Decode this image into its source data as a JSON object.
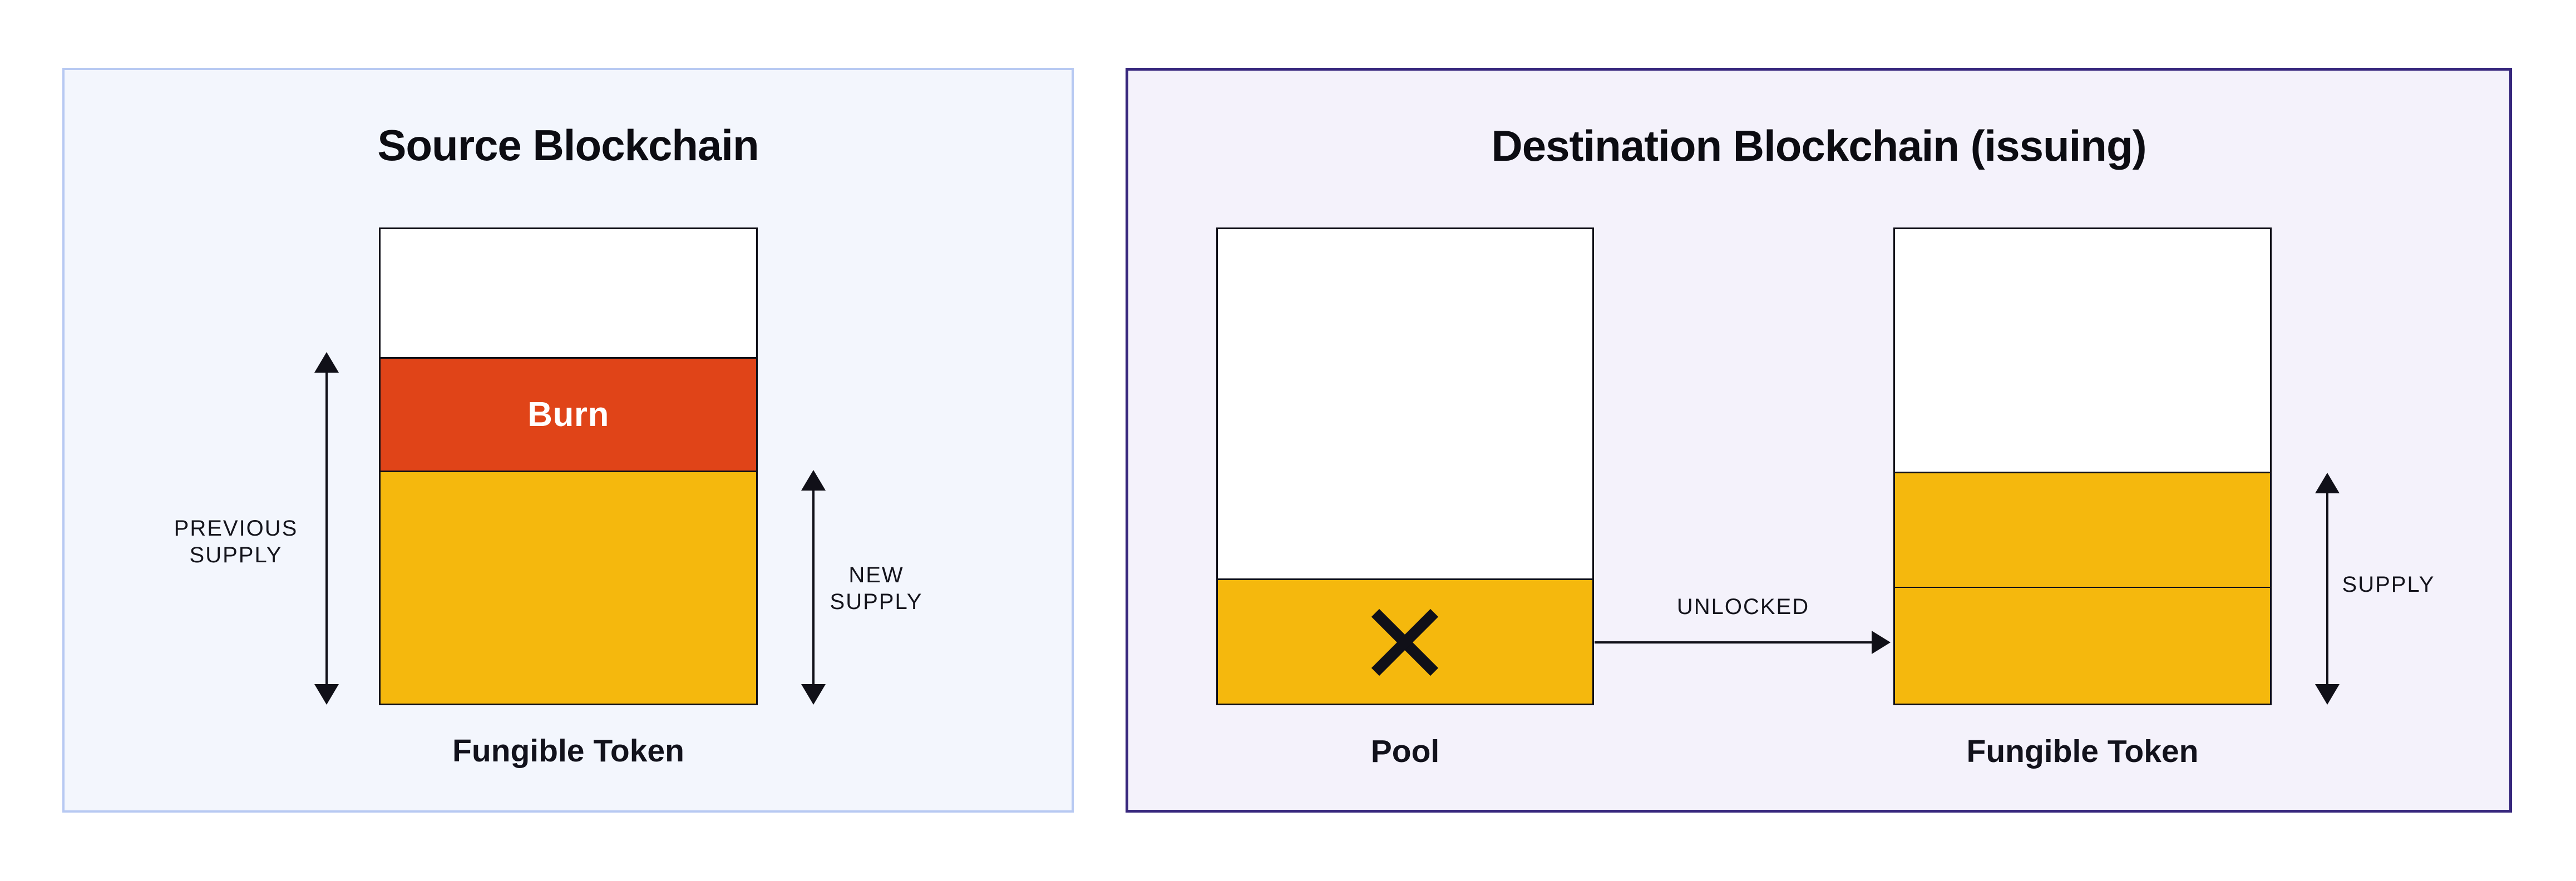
{
  "colors": {
    "page_background": "#FFFFFF",
    "token_yellow": "#F5B80D",
    "burn_orange": "#E04418",
    "outline_black": "#101018",
    "source_panel_border": "#B7C9F2",
    "source_panel_bg": "#F3F6FD",
    "destination_panel_border": "#37277D",
    "destination_panel_bg": "#F4F2FB",
    "burn_label_text": "#FFFFFF",
    "text_dark": "#0C0C12"
  },
  "source_panel": {
    "title": "Source Blockchain",
    "previous_supply_label": {
      "line1": "PREVIOUS",
      "line2": "SUPPLY"
    },
    "new_supply_label": {
      "line1": "NEW",
      "line2": "SUPPLY"
    },
    "token_bar": {
      "burn_label": "Burn",
      "caption": "Fungible Token"
    }
  },
  "destination_panel": {
    "title": "Destination Blockchain (issuing)",
    "pool_bar": {
      "caption": "Pool"
    },
    "unlocked_label": "UNLOCKED",
    "token_bar": {
      "caption": "Fungible Token"
    },
    "supply_label": "SUPPLY"
  }
}
